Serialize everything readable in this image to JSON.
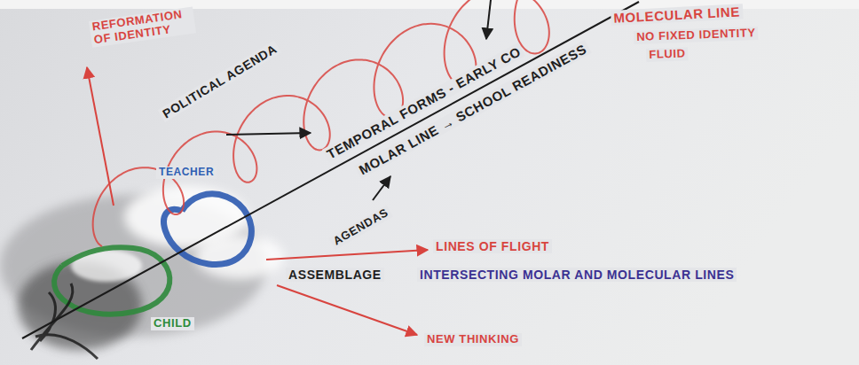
{
  "diagram": {
    "labels": [
      "MOLECULAR LINE",
      "NO FIXED IDENTITY",
      "FLUID",
      "REFORMATION OF IDENTITY",
      "POLITICAL AGENDA",
      "TEMPORAL FORMS - EARLY CO",
      "MOLAR LINE → SCHOOL READINESS",
      "TEACHER",
      "AGENDAS",
      "LINES OF FLIGHT",
      "ASSEMBLAGE",
      "INTERSECTING MOLAR AND MOLECULAR LINES",
      "CHILD",
      "NEW THINKING"
    ]
  }
}
